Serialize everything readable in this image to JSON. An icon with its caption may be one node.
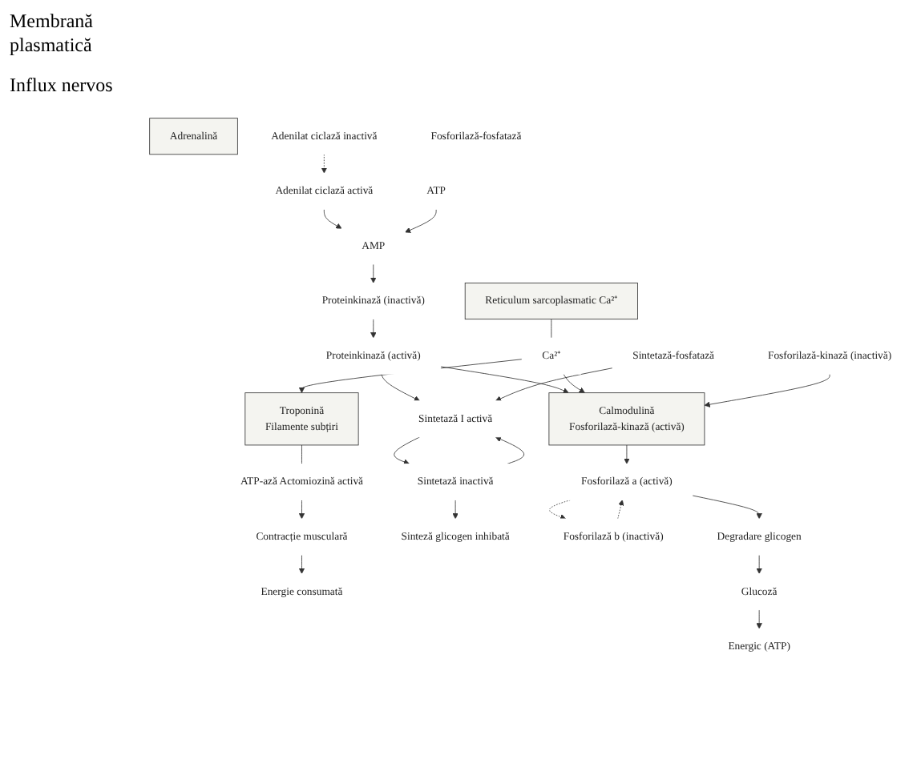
{
  "diagram": {
    "nodes": [
      {
        "text": [
          "Adrenalină"
        ]
      },
      {
        "text": [
          "Adenilat ciclază activă"
        ]
      },
      {
        "text": [
          "Adenilat ciclază inactivă"
        ]
      },
      {
        "text": [
          "AMP"
        ]
      },
      {
        "text": [
          "ATP"
        ]
      },
      {
        "text": [
          "Proteinkinază (inactivă)"
        ]
      },
      {
        "text": [
          "Proteinkinază (activă)"
        ]
      },
      {
        "text": [
          "Reticulum sarcoplasmatic Ca²⁺"
        ]
      },
      {
        "text": [
          "Ca²⁺"
        ]
      },
      {
        "text": [
          "Troponină",
          "Filamente subțiri"
        ]
      },
      {
        "text": [
          "ATP-ază Actomiozină activă"
        ]
      },
      {
        "text": [
          "Contracție musculară"
        ]
      },
      {
        "text": [
          "Energie consumată"
        ]
      },
      {
        "text": [
          "Fosforilază-kinază (inactivă)"
        ]
      },
      {
        "text": [
          "Calmodulină",
          "Fosforilază-kinază (activă)"
        ]
      },
      {
        "text": [
          "Sintetază inactivă"
        ]
      },
      {
        "text": [
          "Sintetază I activă"
        ]
      },
      {
        "text": [
          "Sintetază-fosfatază"
        ]
      },
      {
        "text": [
          "Sinteză glicogen inhibată"
        ]
      },
      {
        "text": [
          "Fosforilază b (inactivă)"
        ]
      },
      {
        "text": [
          "Fosforilază a (activă)"
        ]
      },
      {
        "text": [
          "Fosforilază-fosfatază"
        ]
      },
      {
        "text": [
          "Degradare glicogen"
        ]
      },
      {
        "text": [
          "Glucoză"
        ]
      },
      {
        "text": [
          "Energic (ATP)"
        ]
      }
    ],
    "edges": [
      {
        "from": 2,
        "to": 1,
        "arrow": "to",
        "style": "dashed"
      },
      {
        "from": 1,
        "to": 3,
        "arrow": "to"
      },
      {
        "from": 4,
        "to": 3,
        "arrow": "to"
      },
      {
        "from": 3,
        "to": 5,
        "arrow": "to"
      },
      {
        "from": 5,
        "to": 6,
        "arrow": "to"
      },
      {
        "from": 6,
        "to": 16,
        "arrow": "to"
      },
      {
        "from": 6,
        "to": 14,
        "arrow": "to"
      },
      {
        "from": 16,
        "to": 15,
        "arrow": "to"
      },
      {
        "from": 15,
        "to": 16,
        "arrow": "to"
      },
      {
        "from": 17,
        "to": 16,
        "arrow": "to"
      },
      {
        "from": 15,
        "to": 18,
        "arrow": "to"
      },
      {
        "from": 7,
        "to": 8,
        "arrow": "none"
      },
      {
        "from": 8,
        "to": 9,
        "arrow": "to"
      },
      {
        "from": 8,
        "to": 14,
        "arrow": "to"
      },
      {
        "from": 9,
        "to": 10,
        "arrow": "none"
      },
      {
        "from": 10,
        "to": 11,
        "arrow": "to"
      },
      {
        "from": 11,
        "to": 12,
        "arrow": "to"
      },
      {
        "from": 13,
        "to": 14,
        "arrow": "to"
      },
      {
        "from": 14,
        "to": 20,
        "arrow": "to"
      },
      {
        "from": 19,
        "to": 20,
        "arrow": "to",
        "style": "dashed"
      },
      {
        "from": 20,
        "to": 19,
        "arrow": "to",
        "style": "dashed"
      },
      {
        "from": 20,
        "to": 22,
        "arrow": "to"
      },
      {
        "from": 22,
        "to": 23,
        "arrow": "to"
      },
      {
        "from": 23,
        "to": 24,
        "arrow": "to"
      }
    ],
    "labels": [
      "Membrană plasmatică",
      "Influx nervos"
    ]
  }
}
